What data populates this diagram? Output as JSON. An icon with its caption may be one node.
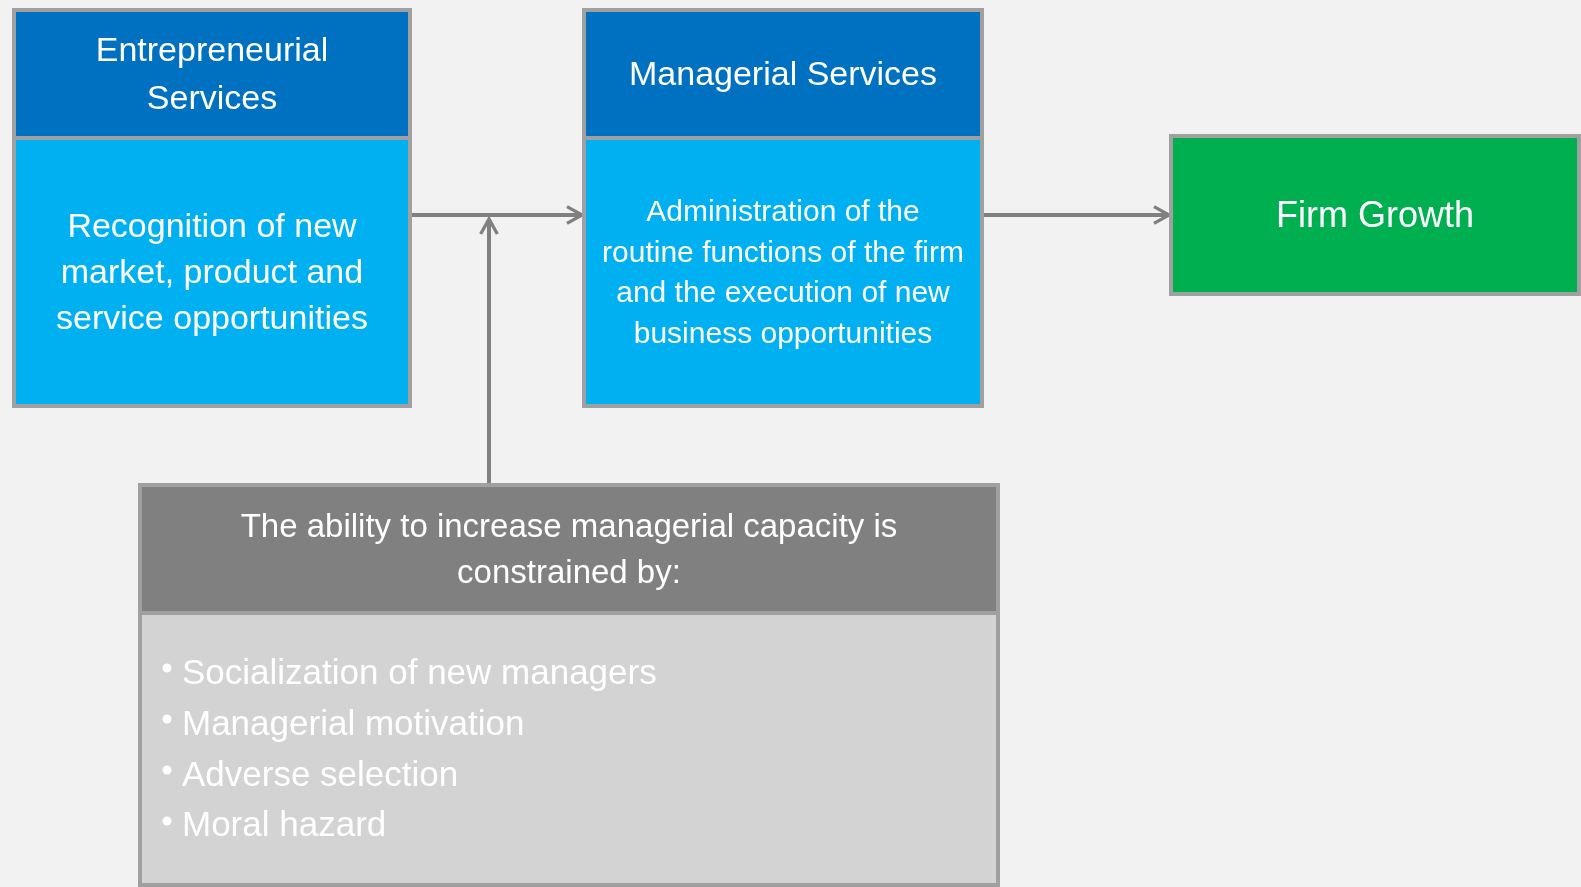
{
  "diagram": {
    "nodes": [
      {
        "text": [
          "Entrepreneurial Services",
          "Recognition of new market, product and service opportunities"
        ]
      },
      {
        "text": [
          "Managerial Services",
          "Administration of the routine functions of the firm and the execution of new business opportunities"
        ]
      },
      {
        "text": [
          "Firm Growth"
        ]
      },
      {
        "text": [
          "The ability to increase managerial capacity is constrained by:",
          "Socialization of new managers",
          "Managerial motivation",
          "Adverse selection",
          "Moral hazard"
        ]
      }
    ],
    "edges": [
      {
        "from": 0,
        "to": 1,
        "arrow": "to"
      },
      {
        "from": 1,
        "to": 2,
        "arrow": "to"
      },
      {
        "from": 3,
        "to": null,
        "arrow": "to"
      }
    ]
  }
}
